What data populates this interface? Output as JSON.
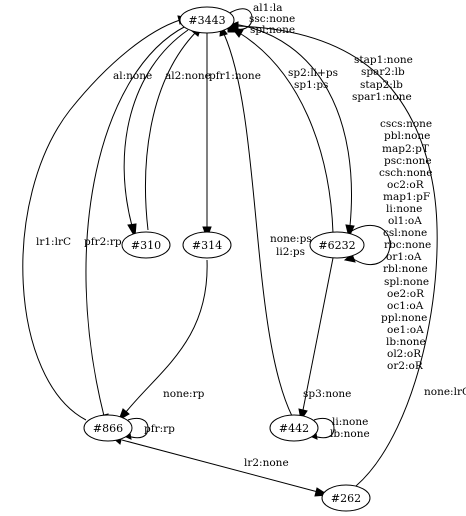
{
  "nodes": {
    "n3443": "#3443",
    "n310": "#310",
    "n314": "#314",
    "n6232": "#6232",
    "n866": "#866",
    "n442": "#442",
    "n262": "#262"
  },
  "edges": {
    "self3443": [
      "al1:la",
      "ssc:none",
      "spl:none"
    ],
    "e3443_310": [
      "al:none"
    ],
    "e310_3443": [
      "al2:none"
    ],
    "e3443_314": [
      "pfr1:none"
    ],
    "e6232_3443": [
      "sp2:li+ps",
      "sp1:ps"
    ],
    "e3443_6232": [
      "stap1:none",
      "spar2:lb",
      "stap2:lb",
      "spar1:none"
    ],
    "self6232": [
      "cscs:none",
      "pbl:none",
      "map2:pT",
      "psc:none",
      "csch:none",
      "oc2:oR",
      "map1:pF",
      "li:none",
      "ol1:oA",
      "csl:none",
      "rbc:none",
      "or1:oA",
      "rbl:none",
      "spl:none",
      "oe2:oR",
      "oc1:oA",
      "ppl:none",
      "oe1:oA",
      "lb:none",
      "ol2:oR",
      "or2:oR"
    ],
    "e866_3443": [
      "lr1:lrC"
    ],
    "e3443_866": [
      "pfr2:rp"
    ],
    "e442_3443": [
      "none:ps",
      "li2:ps"
    ],
    "e314_866": [
      "none:rp"
    ],
    "e6232_442": [
      "sp3:none"
    ],
    "self866": [
      "pfr:rp"
    ],
    "self442": [
      "li:none",
      "lb:none"
    ],
    "e866_262": [
      "lr2:none"
    ],
    "e262_3443": [
      "none:lrC"
    ]
  }
}
